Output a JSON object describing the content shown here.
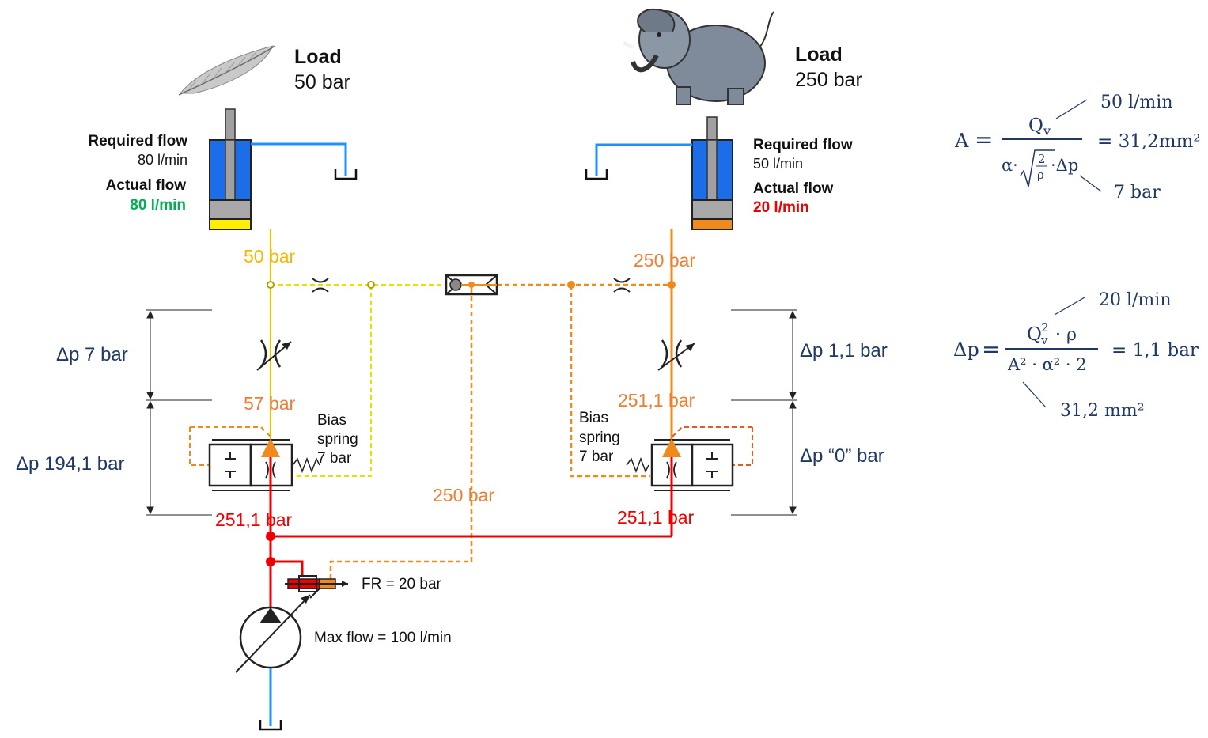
{
  "colors": {
    "yellow": "#f2cc00",
    "yellow_dashed": "#e6e600",
    "orange": "#f08a1c",
    "orange_text": "#ee7d31",
    "red": "#ee0000",
    "blue": "#1e90ff",
    "cyl_blue": "#1c6ee8",
    "navy": "#1f3864",
    "green": "#00b050"
  },
  "icons": {
    "left_load": "feather-icon",
    "right_load": "elephant-icon"
  },
  "left_load": {
    "title": "Load",
    "pressure": "50 bar",
    "required_flow_label": "Required flow",
    "required_flow_value": "80 l/min",
    "actual_flow_label": "Actual flow",
    "actual_flow_value": "80 l/min"
  },
  "right_load": {
    "title": "Load",
    "pressure": "250 bar",
    "required_flow_label": "Required flow",
    "required_flow_value": "50 l/min",
    "actual_flow_label": "Actual flow",
    "actual_flow_value": "20 l/min"
  },
  "pressures": {
    "left_load_line": "50 bar",
    "right_load_line": "250 bar",
    "left_after_compensator": "57 bar",
    "right_after_compensator": "251,1 bar",
    "left_supply": "251,1 bar",
    "right_supply": "251,1 bar",
    "ls_line": "250 bar"
  },
  "deltas": {
    "left_orifice": "Δp 7 bar",
    "left_compensator": "Δp 194,1 bar",
    "right_orifice": "Δp 1,1 bar",
    "right_compensator": "Δp “0” bar"
  },
  "bias_spring": {
    "left": [
      "Bias",
      "spring",
      "7 bar"
    ],
    "right": [
      "Bias",
      "spring",
      "7 bar"
    ]
  },
  "pump": {
    "fr_label": "FR = 20 bar",
    "max_flow_label": "Max flow = 100 l/min"
  },
  "formula1": {
    "lhs": "A",
    "equals": "=",
    "numerator": "Q",
    "numerator_sub": "v",
    "denominator_alpha": "α·",
    "sqrt_num": "2",
    "sqrt_den": "ρ",
    "denominator_dp": "·Δp",
    "result": "= 31,2mm²",
    "annotation_flow": "50 l/min",
    "annotation_dp": "7 bar"
  },
  "formula2": {
    "lhs": "Δp",
    "equals": "=",
    "numerator": "Q",
    "numerator_sup": "2",
    "numerator_sub": "v",
    "numerator_rest": "· ρ",
    "denominator": "A² · α² · 2",
    "result": "= 1,1 bar",
    "annotation_flow": "20 l/min",
    "annotation_area": "31,2 mm²"
  }
}
